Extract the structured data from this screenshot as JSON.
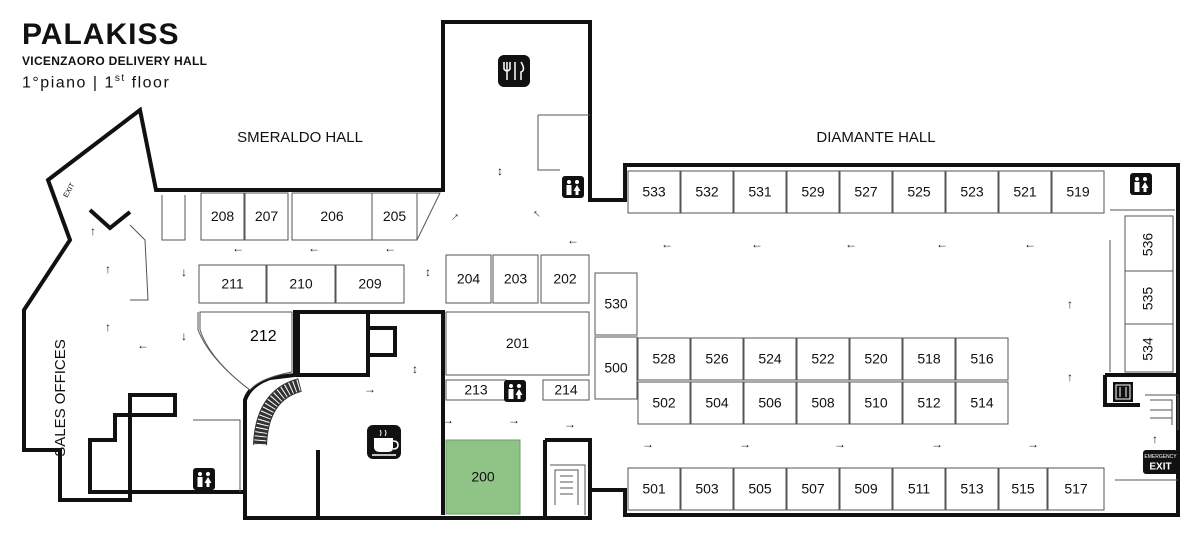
{
  "header": {
    "brand": "PALAKISS",
    "subtitle": "VICENZAORO DELIVERY HALL",
    "floor_it": "1°piano",
    "separator": "|",
    "floor_en_num": "1",
    "floor_en_sup": "st",
    "floor_en_word": "floor"
  },
  "halls": {
    "smeraldo": "SMERALDO HALL",
    "diamante": "DIAMANTE HALL",
    "sales": "SALES OFFICES"
  },
  "signs": {
    "exit_small": "EXIT",
    "emergency": "EMERGENCY",
    "exit_big": "EXIT"
  },
  "highlight": {
    "booth": "200",
    "color": "#8fc486"
  },
  "colors": {
    "wall": "#111111",
    "booth_border": "#555555",
    "icon_bg": "#111111"
  },
  "icons": [
    "restaurant-icon",
    "restroom-icon",
    "coffee-icon",
    "elevator-icon",
    "stairs-icon"
  ],
  "booths": [
    "533",
    "532",
    "531",
    "529",
    "527",
    "525",
    "523",
    "521",
    "519",
    "536",
    "535",
    "534",
    "528",
    "526",
    "524",
    "522",
    "520",
    "518",
    "516",
    "502",
    "504",
    "506",
    "508",
    "510",
    "512",
    "514",
    "501",
    "503",
    "505",
    "507",
    "509",
    "511",
    "513",
    "515",
    "517",
    "530",
    "500",
    "208",
    "207",
    "206",
    "205",
    "211",
    "210",
    "209",
    "212",
    "204",
    "203",
    "202",
    "201",
    "213",
    "214",
    "200"
  ]
}
